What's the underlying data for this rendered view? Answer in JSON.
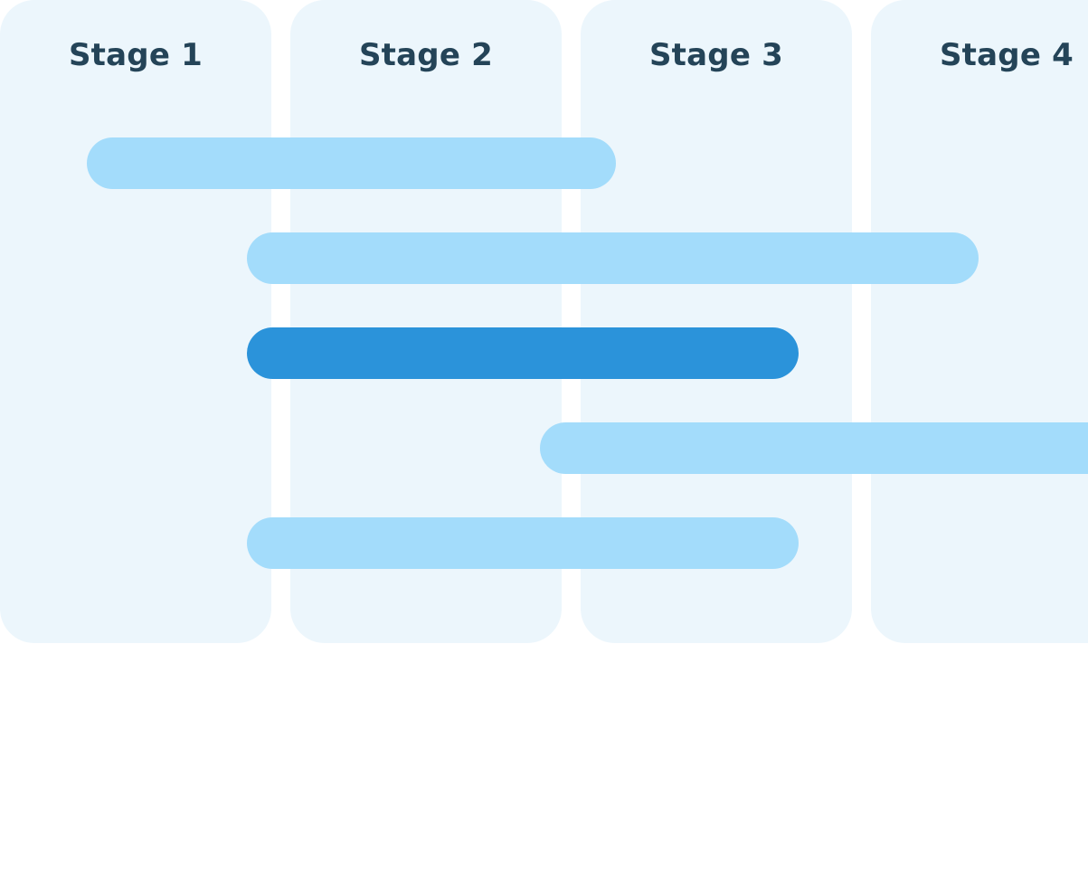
{
  "colors": {
    "stage_background": "#ECF6FC",
    "stage_label": "#244458",
    "bar_default": "#A3DCFB",
    "bar_highlight": "#2B93DA"
  },
  "stages": [
    {
      "label": "Stage 1"
    },
    {
      "label": "Stage 2"
    },
    {
      "label": "Stage 3"
    },
    {
      "label": "Stage 4"
    }
  ],
  "bars": [
    {
      "name": "bar-1",
      "start_stage": 1.3,
      "end_stage": 3.12,
      "highlight": false
    },
    {
      "name": "bar-2",
      "start_stage": 1.85,
      "end_stage": 4.37,
      "highlight": false
    },
    {
      "name": "bar-3",
      "start_stage": 1.85,
      "end_stage": 3.75,
      "highlight": true
    },
    {
      "name": "bar-4",
      "start_stage": 2.86,
      "end_stage": 4.75,
      "highlight": false
    },
    {
      "name": "bar-5",
      "start_stage": 1.85,
      "end_stage": 3.75,
      "highlight": false
    }
  ]
}
